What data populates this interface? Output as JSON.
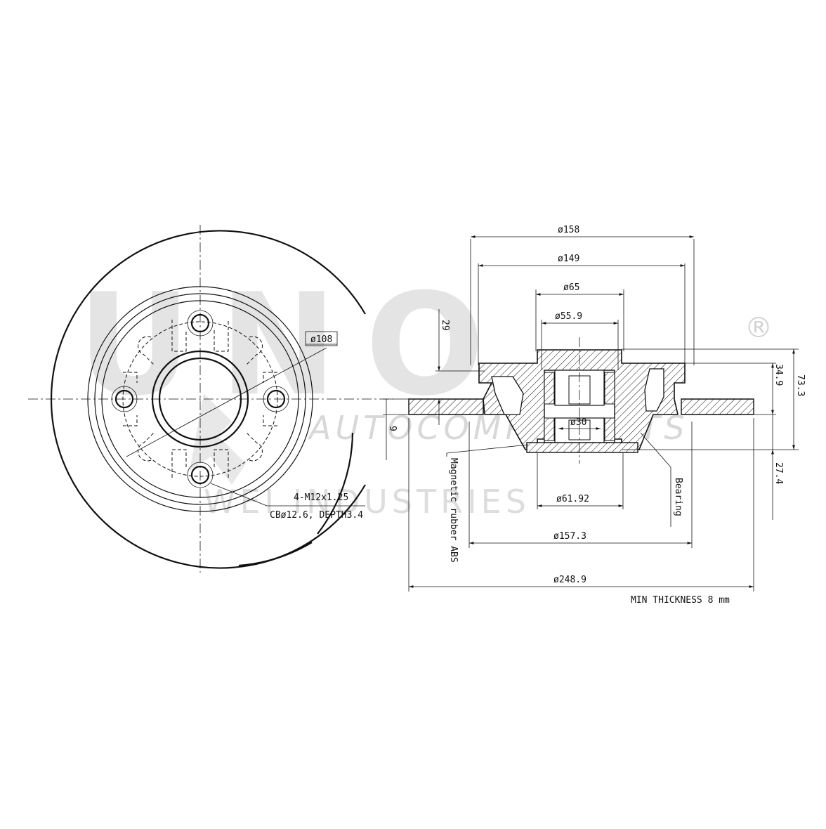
{
  "watermark": {
    "brand": "UNO",
    "registered": "®",
    "line1": "AUTOCOMPONENTS",
    "line2": "WEI INDUSTRIES"
  },
  "front_view": {
    "pcd_label": "ø108",
    "bolt_note": "4-M12x1.25",
    "cb_note": "CBø12.6, DEPTH3.4"
  },
  "section_view": {
    "dims": {
      "d158": "ø158",
      "d149": "ø149",
      "d65": "ø65",
      "d55_9": "ø55.9",
      "d30": "ø30",
      "d61_92": "ø61.92",
      "d157_3": "ø157.3",
      "d248_9": "ø248.9",
      "h29": "29",
      "h9": "9",
      "h34_9": "34.9",
      "h73_3": "73.3",
      "h27_4": "27.4"
    },
    "callouts": {
      "abs": "Magnetic rubber ABS",
      "bearing": "Bearing"
    },
    "note": "MIN THICKNESS 8 mm"
  }
}
